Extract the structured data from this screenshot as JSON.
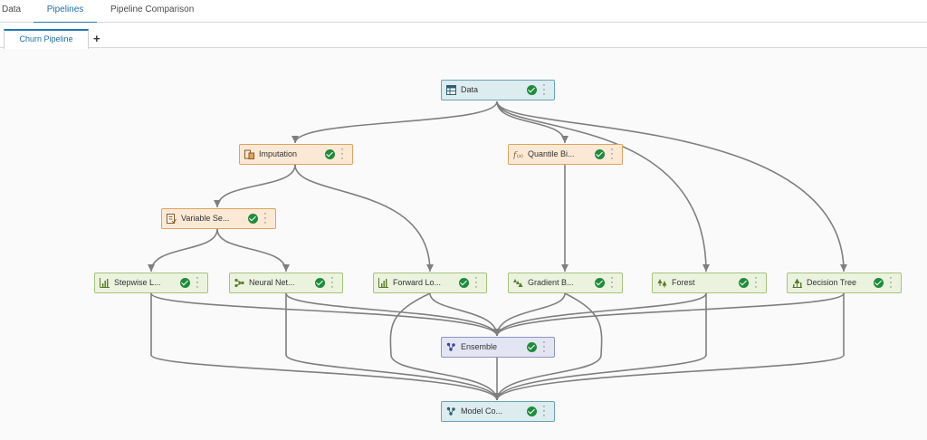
{
  "top_tabs": [
    "Data",
    "Pipelines",
    "Pipeline Comparison"
  ],
  "pipeline_tab": "Churn Pipeline",
  "add_tab": "+",
  "nodes": {
    "data": "Data",
    "imputation": "Imputation",
    "quantile": "Quantile Bi...",
    "variable": "Variable Se...",
    "stepwise": "Stepwise L...",
    "neural": "Neural Net...",
    "forward": "Forward Lo...",
    "gradient": "Gradient B...",
    "forest": "Forest",
    "tree": "Decision Tree",
    "ensemble": "Ensemble",
    "compare": "Model Co..."
  },
  "colors": {
    "accent": "#1f78b4",
    "status_ok": "#1e8c3a",
    "edge": "#7f7f7f"
  }
}
